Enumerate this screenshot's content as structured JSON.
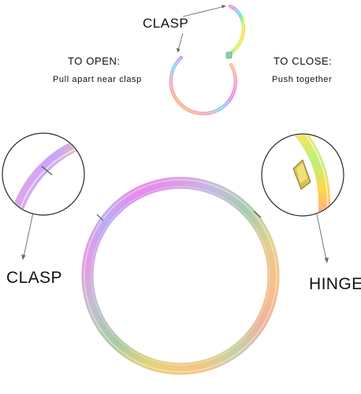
{
  "labels": {
    "top_clasp": "CLASP",
    "to_open": "TO OPEN:",
    "to_open_instruction": "Pull apart near clasp",
    "to_close": "TO CLOSE:",
    "to_close_instruction": "Push together",
    "left_callout": "CLASP",
    "right_callout": "HINGE"
  },
  "colors": {
    "rainbow": [
      "#ff8fb3",
      "#e58cf0",
      "#9fd2ff",
      "#5fe0c0",
      "#c9f06a",
      "#ffe04a",
      "#ffb36b"
    ],
    "line": "#6a6a6a"
  },
  "icons": [
    "open-hinged-ring-icon",
    "closed-hinged-ring-icon",
    "clasp-detail-icon",
    "hinge-detail-icon"
  ]
}
